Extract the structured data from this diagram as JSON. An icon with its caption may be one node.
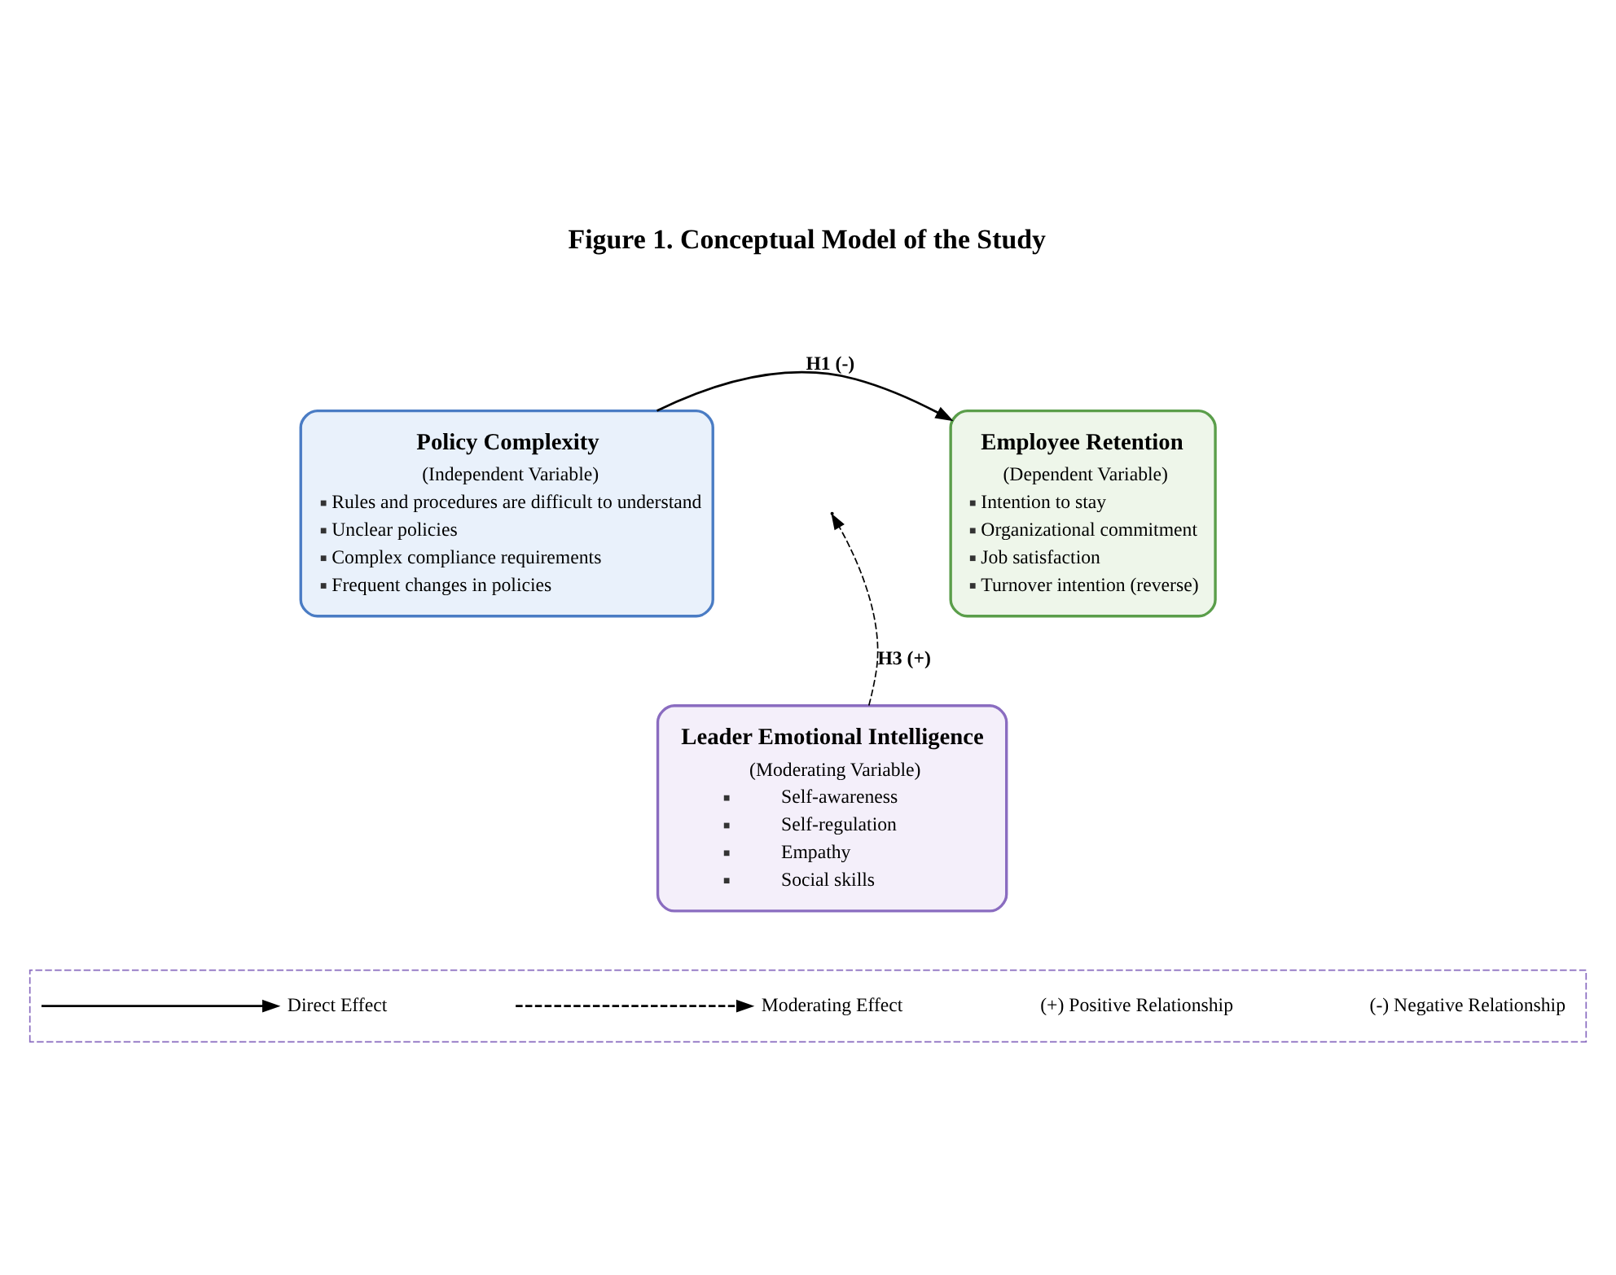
{
  "diagram": {
    "title": "Figure 1. Conceptual Model of the Study",
    "nodes": [
      {
        "text": [
          "Policy Complexity",
          "(Independent Variable)",
          "Rules and procedures are difficult to understand",
          "Unclear policies",
          "Complex compliance requirements",
          "Frequent changes in policies"
        ]
      },
      {
        "text": [
          "Employee Retention",
          "(Dependent Variable)",
          "Intention to stay",
          "Organizational commitment",
          "Job satisfaction",
          "Turnover intention (reverse)"
        ]
      },
      {
        "text": [
          "Leader Emotional Intelligence",
          "(Moderating Variable)",
          "Self-awareness",
          "Self-regulation",
          "Empathy",
          "Social skills"
        ]
      },
      {
        "text": [],
        "shape": "box"
      }
    ],
    "edges": [
      {
        "from": 0,
        "to": 1,
        "arrow": "to",
        "label": "H1 (-)"
      },
      {
        "from": 2,
        "to": null,
        "arrow": "to",
        "label": "H3 (+)",
        "style": "dashed"
      }
    ],
    "labels": [
      "(+) Positive Relationship",
      "(-) Negative Relationship"
    ],
    "legend": [
      {
        "text": "Direct Effect"
      },
      {
        "text": "Moderating Effect"
      }
    ]
  }
}
